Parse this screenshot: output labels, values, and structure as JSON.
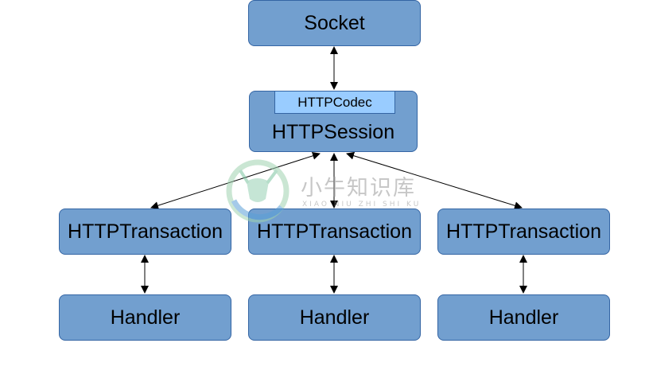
{
  "nodes": {
    "socket": "Socket",
    "codec": "HTTPCodec",
    "session": "HTTPSession",
    "transactions": [
      "HTTPTransaction",
      "HTTPTransaction",
      "HTTPTransaction"
    ],
    "handlers": [
      "Handler",
      "Handler",
      "Handler"
    ]
  },
  "watermark": {
    "cn": "小牛知识库",
    "en": "XIAO NIU ZHI SHI KU"
  },
  "colors": {
    "box_fill": "#729fcf",
    "box_border": "#3465a4",
    "codec_fill": "#99ccff",
    "arrow": "#000000"
  }
}
